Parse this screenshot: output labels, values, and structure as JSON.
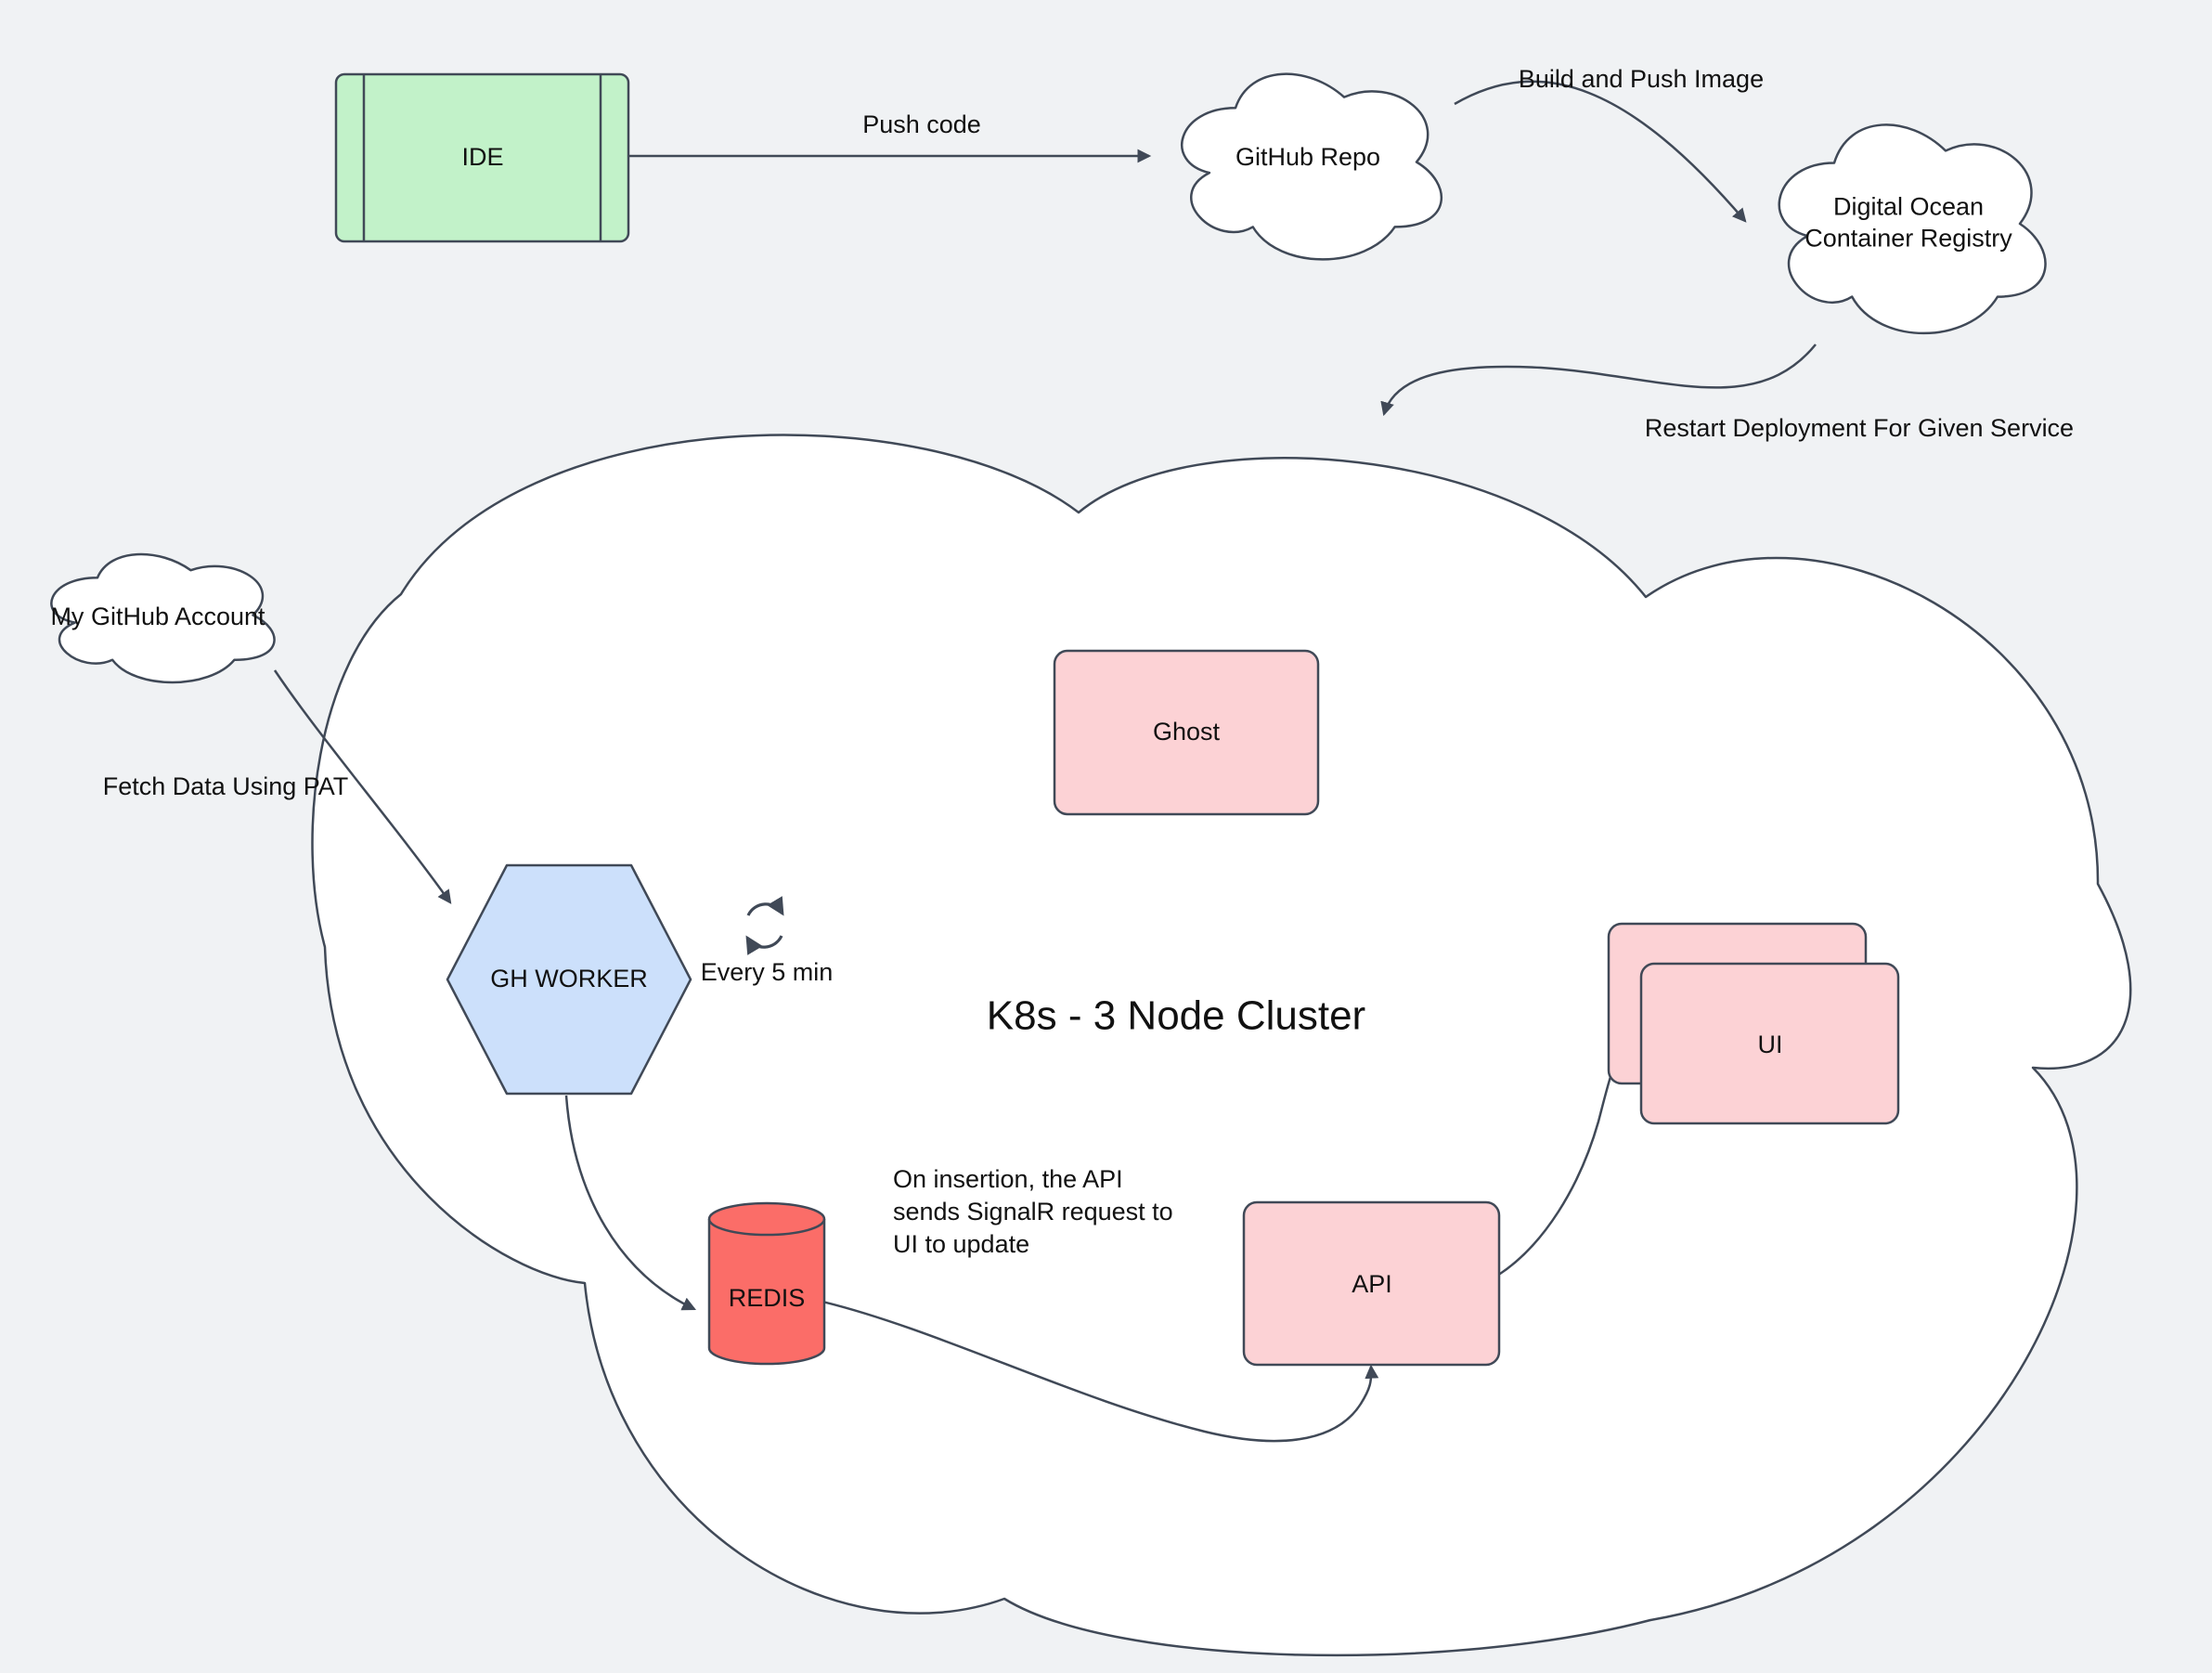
{
  "colors": {
    "bg": "#f0f2f4",
    "stroke": "#404957",
    "text": "#111111",
    "green": "#c2f2c9",
    "blue": "#cce0fb",
    "pink": "#fcd2d5",
    "red": "#fb6d68",
    "white": "#ffffff"
  },
  "nodes": {
    "ide": {
      "label": "IDE"
    },
    "github_repo": {
      "label": "GitHub Repo"
    },
    "do_registry": {
      "lines": [
        "Digital Ocean",
        "Container Registry"
      ]
    },
    "my_github_account": {
      "label": "My GitHub Account"
    },
    "gh_worker": {
      "label": "GH WORKER"
    },
    "k8s_cluster": {
      "title": "K8s - 3 Node Cluster"
    },
    "ghost": {
      "label": "Ghost"
    },
    "redis": {
      "label": "REDIS"
    },
    "api": {
      "label": "API"
    },
    "ui": {
      "label": "UI"
    }
  },
  "edges": {
    "push_code": {
      "label": "Push code"
    },
    "build_push": {
      "label": "Build and Push Image"
    },
    "restart_deployment": {
      "label": "Restart Deployment For Given Service"
    },
    "fetch_pat": {
      "label": "Fetch Data Using PAT"
    },
    "every_5_min": {
      "label": "Every 5 min"
    }
  },
  "annotations": {
    "on_insertion": {
      "lines": [
        "On insertion, the API",
        "sends SignalR request to",
        "UI to update"
      ]
    }
  }
}
